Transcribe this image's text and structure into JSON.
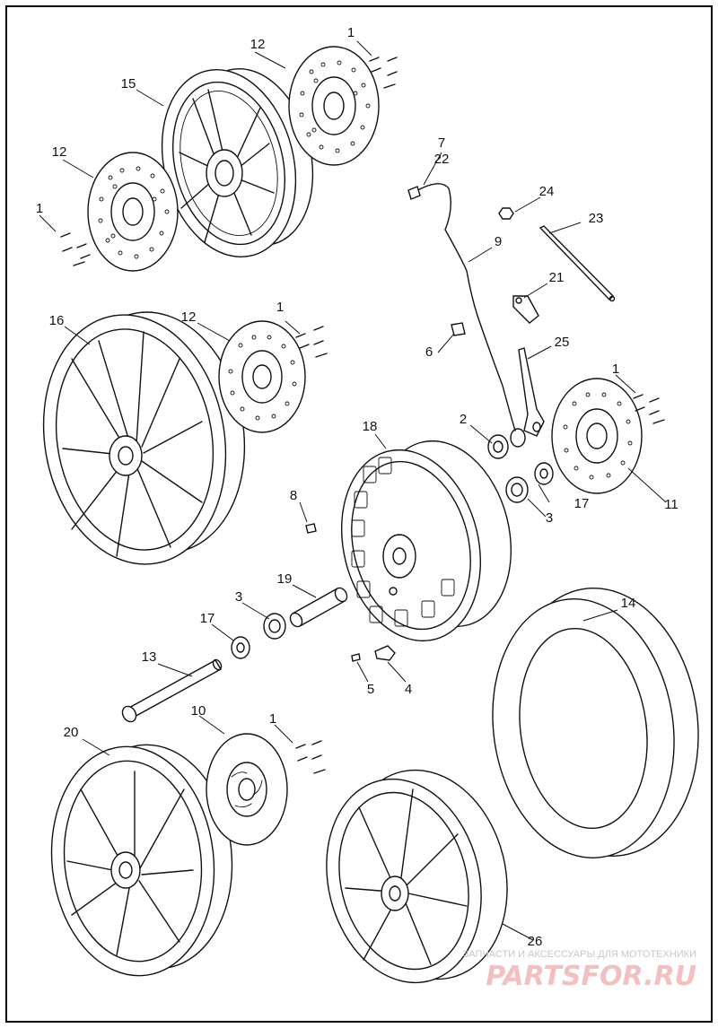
{
  "callouts": [
    "1",
    "2",
    "3",
    "4",
    "5",
    "6",
    "7",
    "8",
    "9",
    "10",
    "11",
    "12",
    "13",
    "14",
    "15",
    "16",
    "17",
    "18",
    "19",
    "20",
    "21",
    "22",
    "23",
    "24",
    "25",
    "26"
  ],
  "watermark": {
    "tagline": "ЗАПЧАСТИ И АКСЕССУАРЫ ДЛЯ МОТОТЕХНИКИ",
    "brand": "PARTSFOR.RU"
  }
}
